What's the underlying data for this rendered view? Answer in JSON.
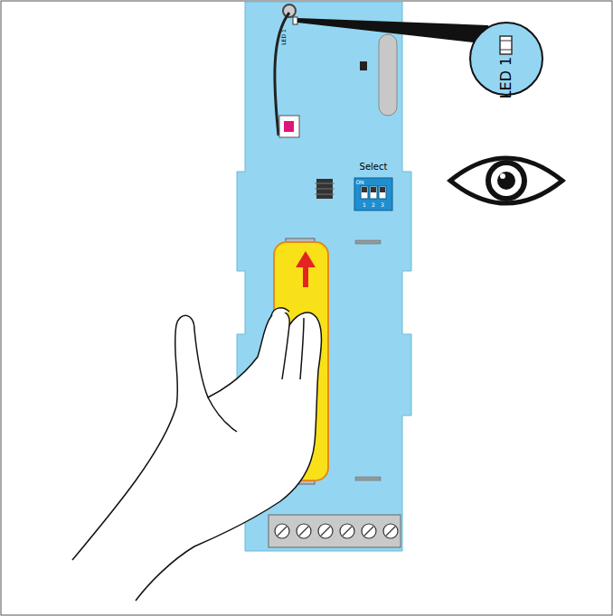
{
  "diagram": {
    "labels": [
      "LED 1",
      "LED 1",
      "Select",
      "ON",
      "1",
      "2",
      "3"
    ]
  }
}
